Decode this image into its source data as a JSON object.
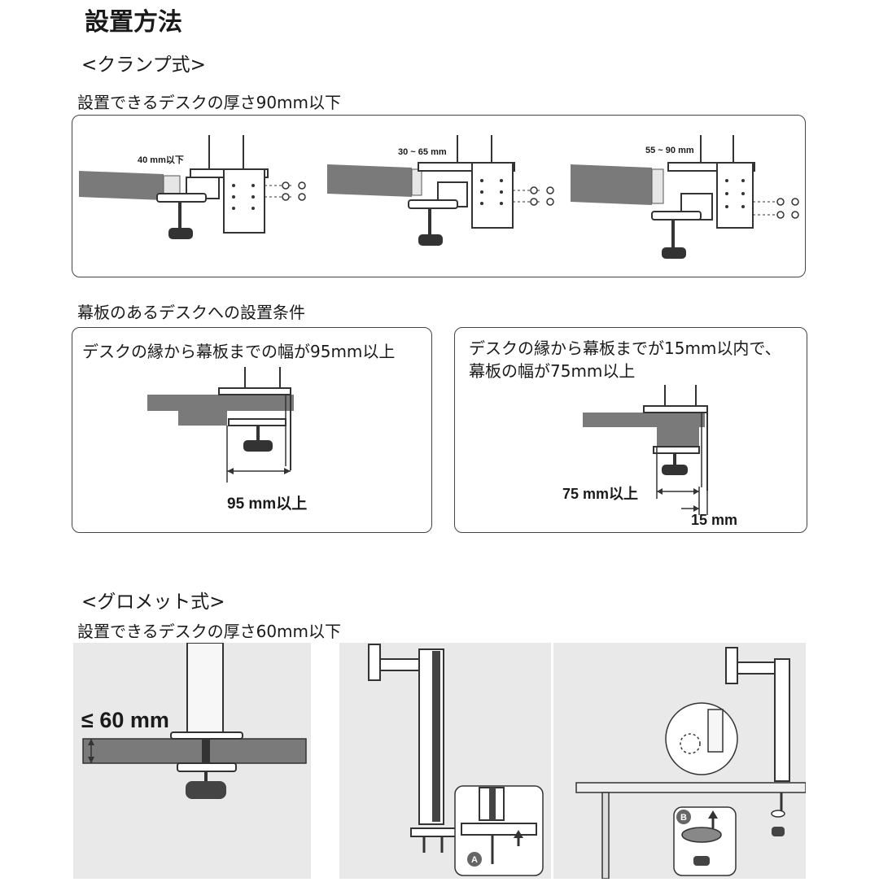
{
  "title": "設置方法",
  "clamp": {
    "heading": "<クランプ式>",
    "thickness": "設置できるデスクの厚さ90mm以下",
    "labels": [
      "40 mm以下",
      "30 ~ 65 mm",
      "55 ~ 90 mm"
    ]
  },
  "apron": {
    "heading": "幕板のあるデスクへの設置条件",
    "left_caption": "デスクの縁から幕板までの幅が95mm以上",
    "left_dim": "95 mm以上",
    "right_caption_1": "デスクの縁から幕板までが15mm以内で、",
    "right_caption_2": "幕板の幅が75mm以上",
    "right_dim_a": "75 mm以上",
    "right_dim_b": "15 mm"
  },
  "grommet": {
    "heading": "<グロメット式>",
    "thickness": "設置できるデスクの厚さ60mm以下",
    "dim": "≤ 60 mm",
    "step_a": "A",
    "step_b": "B"
  },
  "colors": {
    "desk": "#7a7a7a",
    "panel_bg": "#e9e9e9",
    "line": "#333333"
  }
}
